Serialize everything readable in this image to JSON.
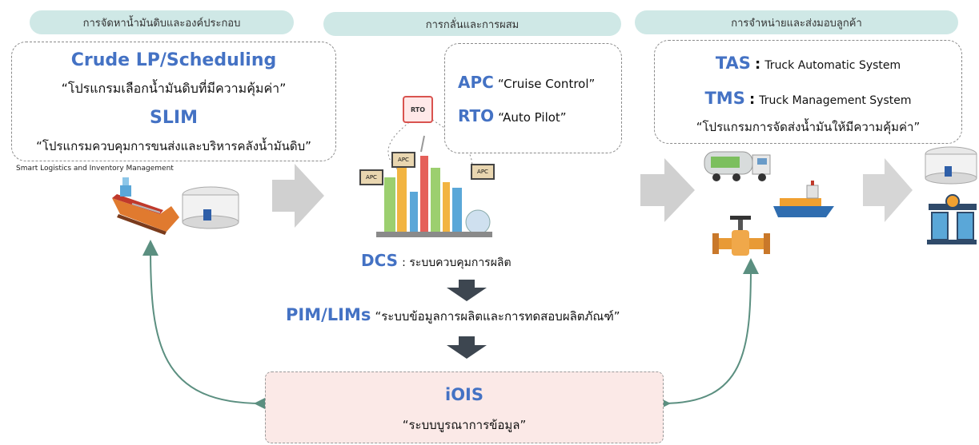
{
  "headers": {
    "left": "การจัดหาน้ำมันดิบและองค์ประกอบ",
    "middle": "การกลั่นและการผสม",
    "right": "การจำหน่ายและส่งมอบลูกค้า"
  },
  "left_box": {
    "crude_title": "Crude LP/Scheduling",
    "crude_desc": "“โปรแกรมเลือกน้ำมันดิบที่มีความคุ้มค่า”",
    "slim_title": "SLIM",
    "slim_desc": "“โปรแกรมควบคุมการขนส่งและบริหารคลังน้ำมันดิบ”",
    "slim_full": "Smart Logistics and Inventory Management"
  },
  "middle_box": {
    "apc_title": "APC",
    "apc_desc": "“Cruise Control”",
    "rto_title": "RTO",
    "rto_desc": "“Auto Pilot”",
    "chip_apc": "APC",
    "chip_rto": "RTO"
  },
  "right_box": {
    "tas_title": "TAS",
    "tas_desc": "Truck Automatic System",
    "tms_title": "TMS",
    "tms_desc": "Truck Management System",
    "sep": ":",
    "program_desc": "“โปรแกรมการจัดส่งน้ำมันให้มีความคุ้มค่า”"
  },
  "flow": {
    "dcs_title": "DCS",
    "dcs_desc": ": ระบบควบคุมการผลิต",
    "pim_title": "PIM/LIMs",
    "pim_desc": "“ระบบข้อมูลการผลิตและการทดสอบผลิตภัณฑ์”"
  },
  "iois": {
    "title": "iOIS",
    "desc": "“ระบบบูรณาการข้อมูล”"
  },
  "colors": {
    "accent_blue": "#4472c4",
    "pill_bg": "#cfe8e6",
    "iois_bg": "#fbe9e7",
    "connector": "#5b8f80",
    "arrow_dark": "#3d4650",
    "arrow_gray": "#cccccc"
  },
  "icons": [
    "tanker-ship-icon",
    "storage-tank-icon",
    "refinery-icon",
    "rto-chip-icon",
    "apc-chip-icon",
    "fuel-truck-icon",
    "cargo-ship-icon",
    "pipeline-valve-icon",
    "fuel-dispenser-icon"
  ]
}
